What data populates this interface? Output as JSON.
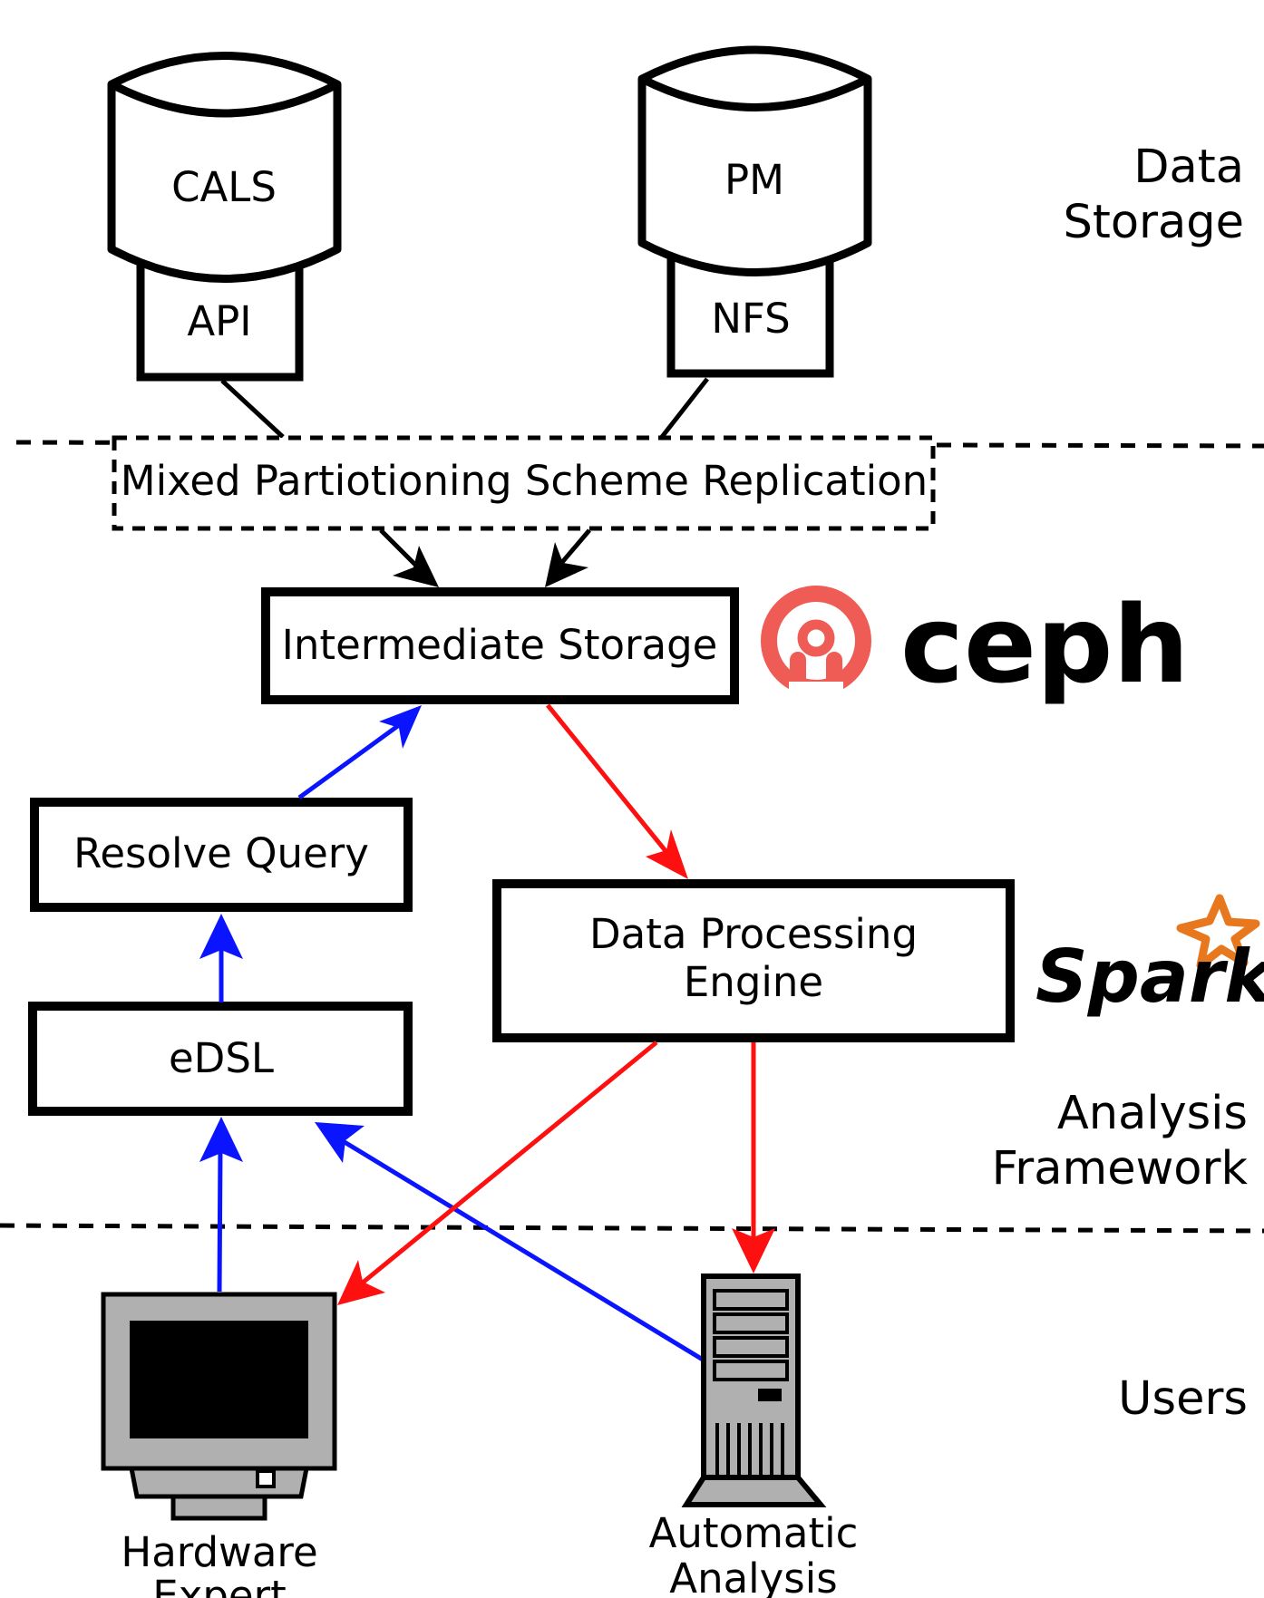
{
  "storage": {
    "cals": {
      "name": "CALS",
      "interface": "API"
    },
    "pm": {
      "name": "PM",
      "interface": "NFS"
    }
  },
  "replication": {
    "label": "Mixed Partiotioning Scheme Replication"
  },
  "intermediate": {
    "label": "Intermediate Storage"
  },
  "ceph_logo": {
    "text": "ceph",
    "color": "#ef5c55",
    "text_color": "#3a4249"
  },
  "resolve_query": {
    "label": "Resolve Query"
  },
  "edsl": {
    "label": "eDSL"
  },
  "engine": {
    "line1": "Data Processing",
    "line2": "Engine"
  },
  "spark_logo": {
    "text": "Spark",
    "star_color": "#e8781e",
    "text_color": "#3a3a3a"
  },
  "layers": {
    "storage": {
      "line1": "Data",
      "line2": "Storage"
    },
    "analysis": {
      "line1": "Analysis",
      "line2": "Framework"
    },
    "users": {
      "line1": "Users"
    }
  },
  "users": {
    "expert": {
      "line1": "Hardware",
      "line2": "Expert"
    },
    "automatic": {
      "line1": "Automatic",
      "line2": "Analysis"
    }
  },
  "colors": {
    "query_flow": "#0a14ff",
    "data_flow": "#ff1010",
    "line": "#000000",
    "device_gray": "#b0b0b0"
  }
}
